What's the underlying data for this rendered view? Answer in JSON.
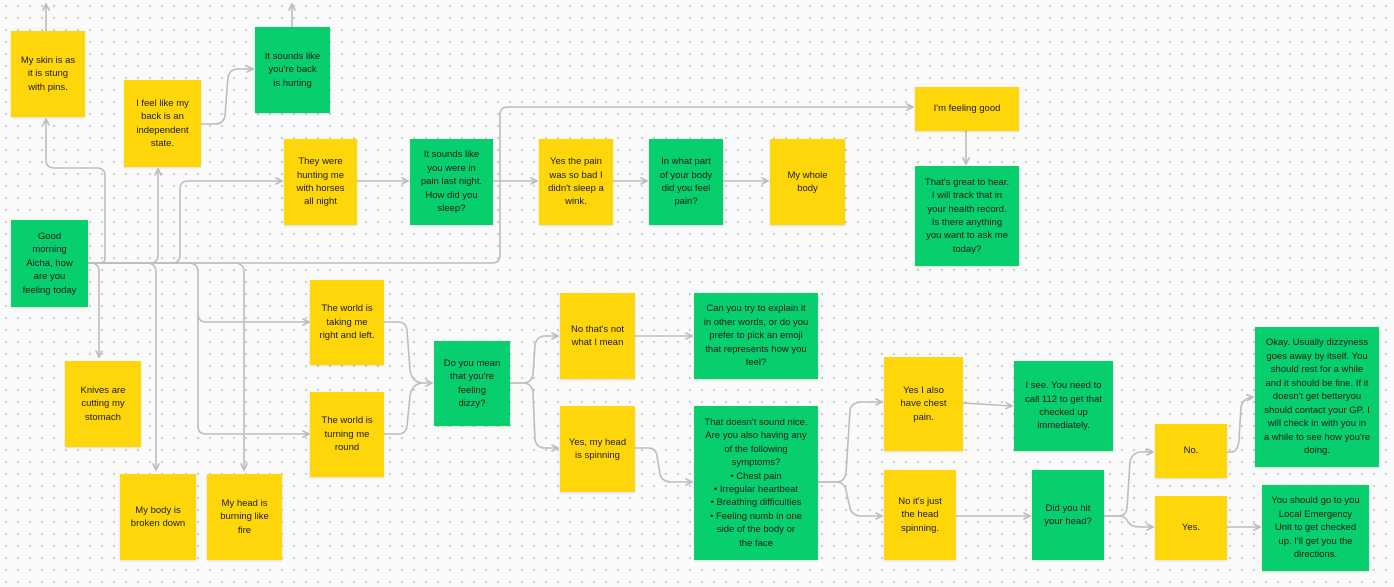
{
  "notes": {
    "skin": "My skin is as\nit is stung\nwith pins.",
    "back": "I feel like my\nback is an\nindependent\nstate.",
    "back_reply": "It sounds like\nyou're back\nis hurting",
    "greeting": "Good\nmorning\nAicha, how\nare you\nfeeling today",
    "knives": "Knives are\ncutting my\nstomach",
    "broken": "My body is\nbroken down",
    "head_fire": "My head is\nburning like\nfire",
    "horses": "They were\nhunting me\nwith horses\nall night",
    "pain_night": "It sounds like\nyou were in\npain last night.\nHow did you\nsleep?",
    "no_sleep": "Yes the pain\nwas so bad I\ndidn't sleep a\nwink.",
    "where_pain": "In what part\nof your body\ndid you feel\npain?",
    "whole_body": "My whole\nbody",
    "feeling_good": "I'm feeling good",
    "great_reply": "That's great to hear.\nI will track that in\nyour health record.\nIs there anything\nyou want to ask me\ntoday?",
    "world_taking": "The world is\ntaking me\nright and left.",
    "world_turning": "The world is\nturning me\nround",
    "dizzy_q": "Do you mean\nthat you're\nfeeling\ndizzy?",
    "not_what_i_mean": "No that's not\nwhat I mean",
    "explain_emoji": "Can you try to explain it\nin other words, or do you\nprefer to pick an emoji\nthat represents how you\nfeel?",
    "head_spinning": "Yes, my head\nis spinning",
    "symptoms_intro": "That doesn't sound nice.\nAre you also having any\nof the following\nsymptoms?",
    "symptoms": [
      "Chest pain",
      "Irregular heartbeat",
      "Breathing difficulties",
      "Feeling numb in one",
      "side of the body or",
      "the face"
    ],
    "chest_pain": "Yes I also\nhave chest\npain.",
    "call_112": "I see. You need to\ncall 112 to get that\nchecked up\nimmediately.",
    "just_head": "No it's just\nthe head\nspinning.",
    "hit_head": "Did you hit\nyour head?",
    "no": "No.",
    "yes": "Yes.",
    "rest_advice": "Okay. Usually dizzyness\ngoes away by itself. You\nshould rest for a while\nand it should be fine. If it\ndoesn't get betteryou\nshould contact your GP. I\nwill check in with you in\na while to see how you're\ndoing.",
    "emergency": "You should go to you\nLocal Emergency\nUnit to get checked\nup. I'll get you the\ndirections."
  },
  "colors": {
    "yellow": "#ffd60a",
    "green": "#08cf6d",
    "connector": "#bdbdbd"
  }
}
